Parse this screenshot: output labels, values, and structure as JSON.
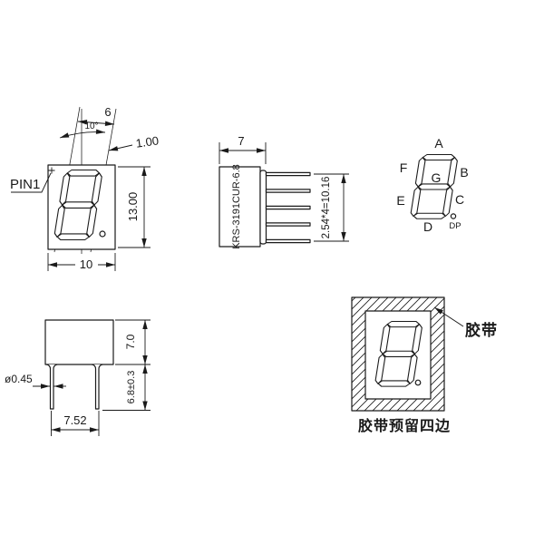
{
  "colors": {
    "line": "#1a1a1a",
    "background": "#ffffff"
  },
  "front_view": {
    "pin1_label": "PIN1",
    "digit_width": "6",
    "tilt_angle": "10°",
    "segment_width": "1.00",
    "body_height": "13.00",
    "body_width": "10"
  },
  "side_view": {
    "body_depth": "7",
    "part_number": "KRS-3191CUR-6.8",
    "pin_pitch": "2.54*4=10.16"
  },
  "segment_view": {
    "seg_a": "A",
    "seg_b": "B",
    "seg_c": "C",
    "seg_d": "D",
    "seg_e": "E",
    "seg_f": "F",
    "seg_g": "G",
    "seg_dp": "DP"
  },
  "bottom_view": {
    "body_height": "7.0",
    "pin_diameter": "ø0.45",
    "pin_length": "6.8±0.3",
    "pin_span": "7.52"
  },
  "tape_view": {
    "tape_label": "胶带",
    "caption": "胶带预留四边"
  }
}
